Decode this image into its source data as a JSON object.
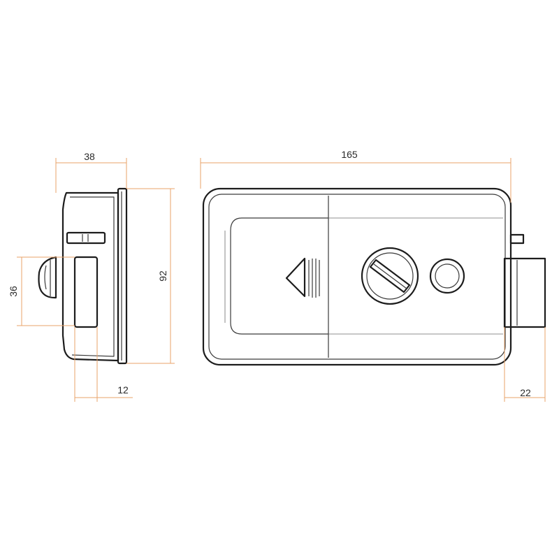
{
  "dimensions": {
    "side_depth": "38",
    "side_height": "92",
    "cylinder_height": "36",
    "bolt_offset": "12",
    "front_width": "165",
    "bolt_projection": "22"
  },
  "colors": {
    "outline": "#1c1c1c",
    "dimension_line": "#e8a36a",
    "text": "#2a2a2a"
  }
}
